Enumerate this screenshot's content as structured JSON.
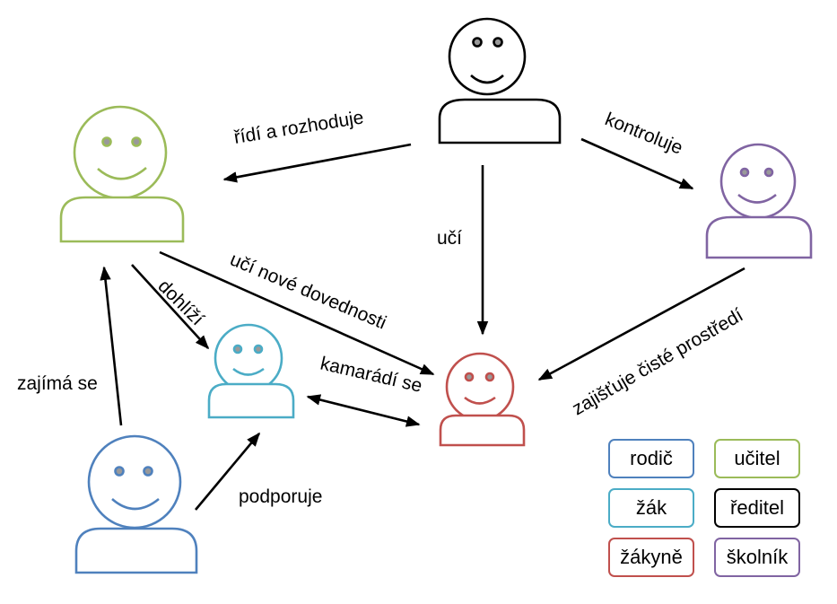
{
  "people": {
    "reditel": {
      "color": "#000000"
    },
    "ucitel": {
      "color": "#9bbb59"
    },
    "skolnik": {
      "color": "#8064a2"
    },
    "zak": {
      "color": "#4bacc6"
    },
    "zakyne": {
      "color": "#c0504d"
    },
    "rodic": {
      "color": "#4f81bd"
    }
  },
  "edges": {
    "ridi": "řídí a rozhoduje",
    "kontroluje": "kontroluje",
    "uci": "učí",
    "uci_nove": "učí nové dovednosti",
    "dohlizi": "dohlíží",
    "kamaradi": "kamarádí se",
    "zajistuje": "zajišťuje čisté prostředí",
    "zajima": "zajímá se",
    "podporuje": "podporuje"
  },
  "legend": {
    "rodic": {
      "label": "rodič",
      "color": "#4f81bd"
    },
    "ucitel": {
      "label": "učitel",
      "color": "#9bbb59"
    },
    "zak": {
      "label": "žák",
      "color": "#4bacc6"
    },
    "reditel": {
      "label": "ředitel",
      "color": "#000000"
    },
    "zakyne": {
      "label": "žákyně",
      "color": "#c0504d"
    },
    "skolnik": {
      "label": "školník",
      "color": "#8064a2"
    }
  }
}
